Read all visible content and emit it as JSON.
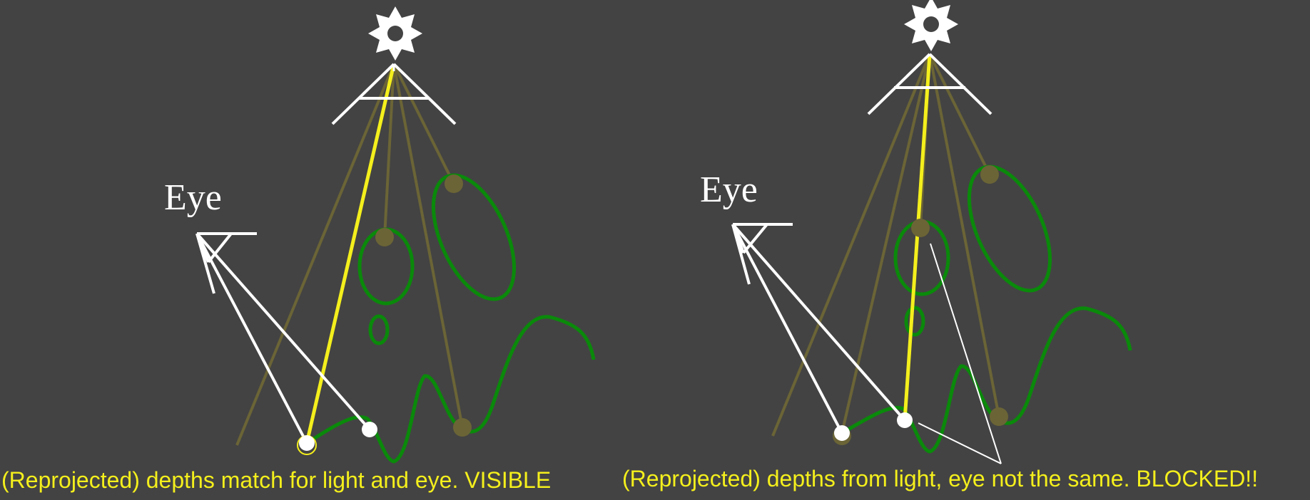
{
  "colors": {
    "background": "#434343",
    "surface": "#0a8a0a",
    "light_ray_faded": "#6b6436",
    "depth_point": "#6b6436",
    "highlight_ray": "#f4ef1c",
    "eye_ray": "#ffffff",
    "caption_text": "#f4ef1c",
    "label_text": "#ffffff"
  },
  "icons": {
    "light": "sun-icon",
    "light_frustum": "frustum-icon",
    "eye_frustum": "frustum-icon"
  },
  "panels": [
    {
      "eye_label": "Eye",
      "caption": "(Reprojected) depths match for light and eye.  VISIBLE"
    },
    {
      "eye_label": "Eye",
      "caption": "(Reprojected) depths from light, eye not the same.  BLOCKED!!"
    }
  ]
}
